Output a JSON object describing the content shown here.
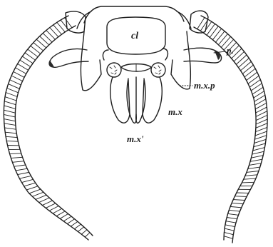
{
  "figure": {
    "labels": {
      "cl": "cl",
      "p": "p.",
      "mxp": "m.x.p",
      "mx": "m.x",
      "mx_prime": "m.x'"
    },
    "ink_color": "#1e1e1e",
    "background": "#ffffff"
  }
}
